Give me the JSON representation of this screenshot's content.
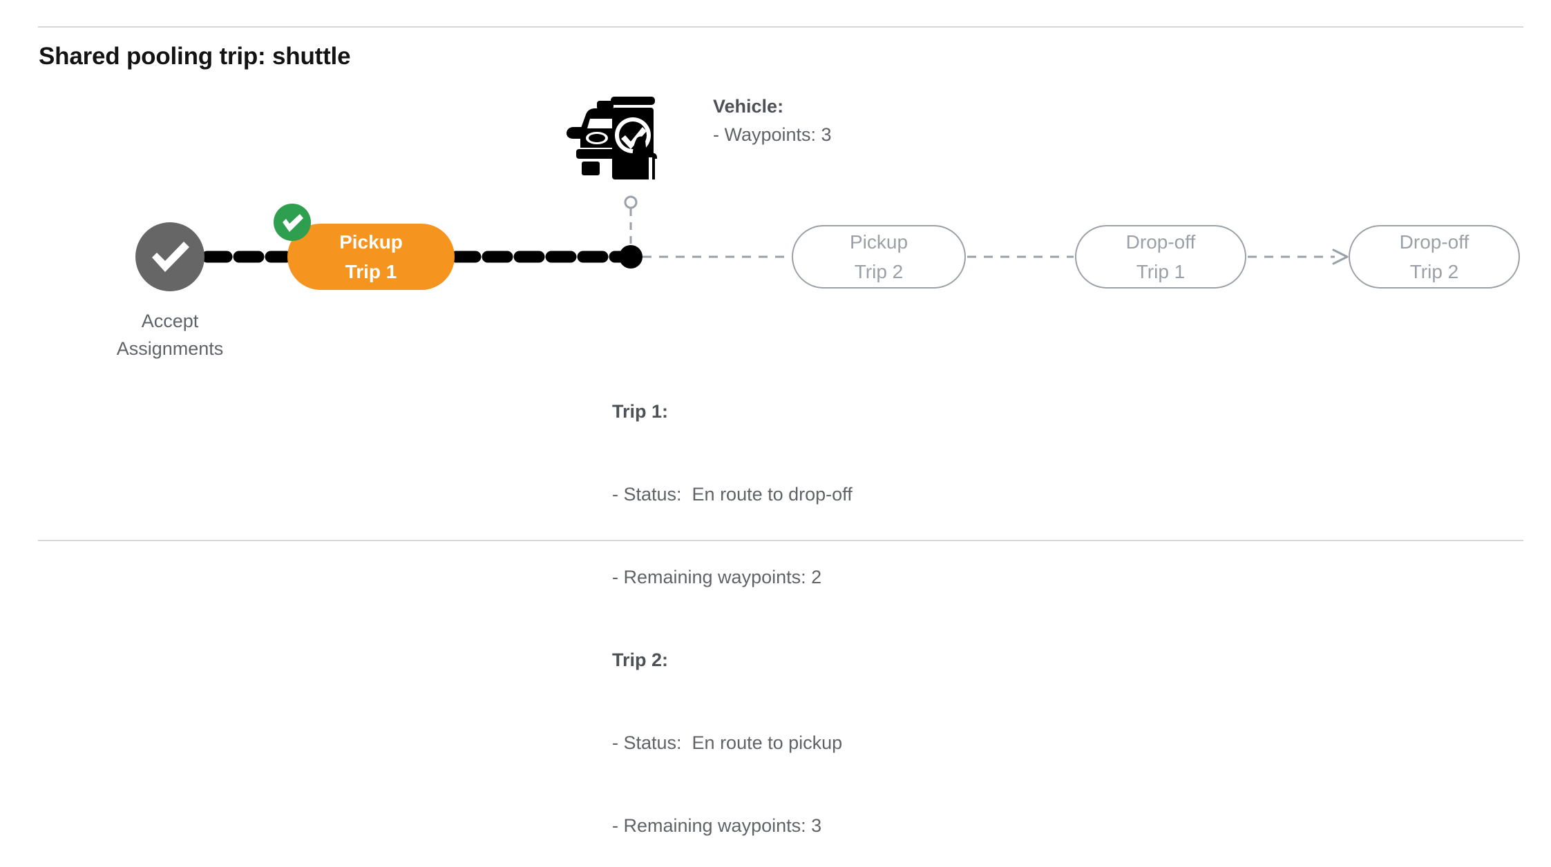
{
  "page": {
    "title": "Shared pooling trip: shuttle",
    "background_color": "#ffffff",
    "divider_color": "#d8d8d8"
  },
  "colors": {
    "active_node": "#F59520",
    "completed_node": "#666666",
    "done_badge": "#2E9E4F",
    "pending_outline": "#9aa0a6",
    "text_gray": "#5f6368",
    "title_text": "#131313"
  },
  "vehicle_panel": {
    "icon": "car-phone-check-icon",
    "label": "Vehicle",
    "label_suffix": ":",
    "waypoints_line": "- Waypoints: 3",
    "waypoints_value": 3
  },
  "timeline": {
    "start_node": {
      "icon": "check-circle-icon",
      "label_line_1": "Accept",
      "label_line_2": "Assignments",
      "state": "completed"
    },
    "active_node": {
      "line_1": "Pickup",
      "line_2": "Trip 1",
      "state": "completed-current",
      "badge_icon": "check-badge-icon"
    },
    "vehicle_marker": {
      "marker_icon": "vehicle-position-dot",
      "connector_icon": "small-circle-icon"
    },
    "pending_nodes": [
      {
        "line_1": "Pickup",
        "line_2": "Trip 2",
        "state": "pending"
      },
      {
        "line_1": "Drop-off",
        "line_2": "Trip 1",
        "state": "pending"
      },
      {
        "line_1": "Drop-off",
        "line_2": "Trip 2",
        "state": "pending"
      }
    ]
  },
  "trips_panel": {
    "trip1": {
      "label": "Trip 1",
      "label_suffix": ":",
      "status_line": "- Status:  En route to drop-off",
      "status_value": "En route to drop-off",
      "waypoints_line": "- Remaining waypoints: 2",
      "waypoints_value": 2
    },
    "trip2": {
      "label": "Trip 2",
      "label_suffix": ":",
      "status_line": "- Status:  En route to pickup",
      "status_value": "En route to pickup",
      "waypoints_line": "- Remaining waypoints: 3",
      "waypoints_value": 3
    }
  }
}
